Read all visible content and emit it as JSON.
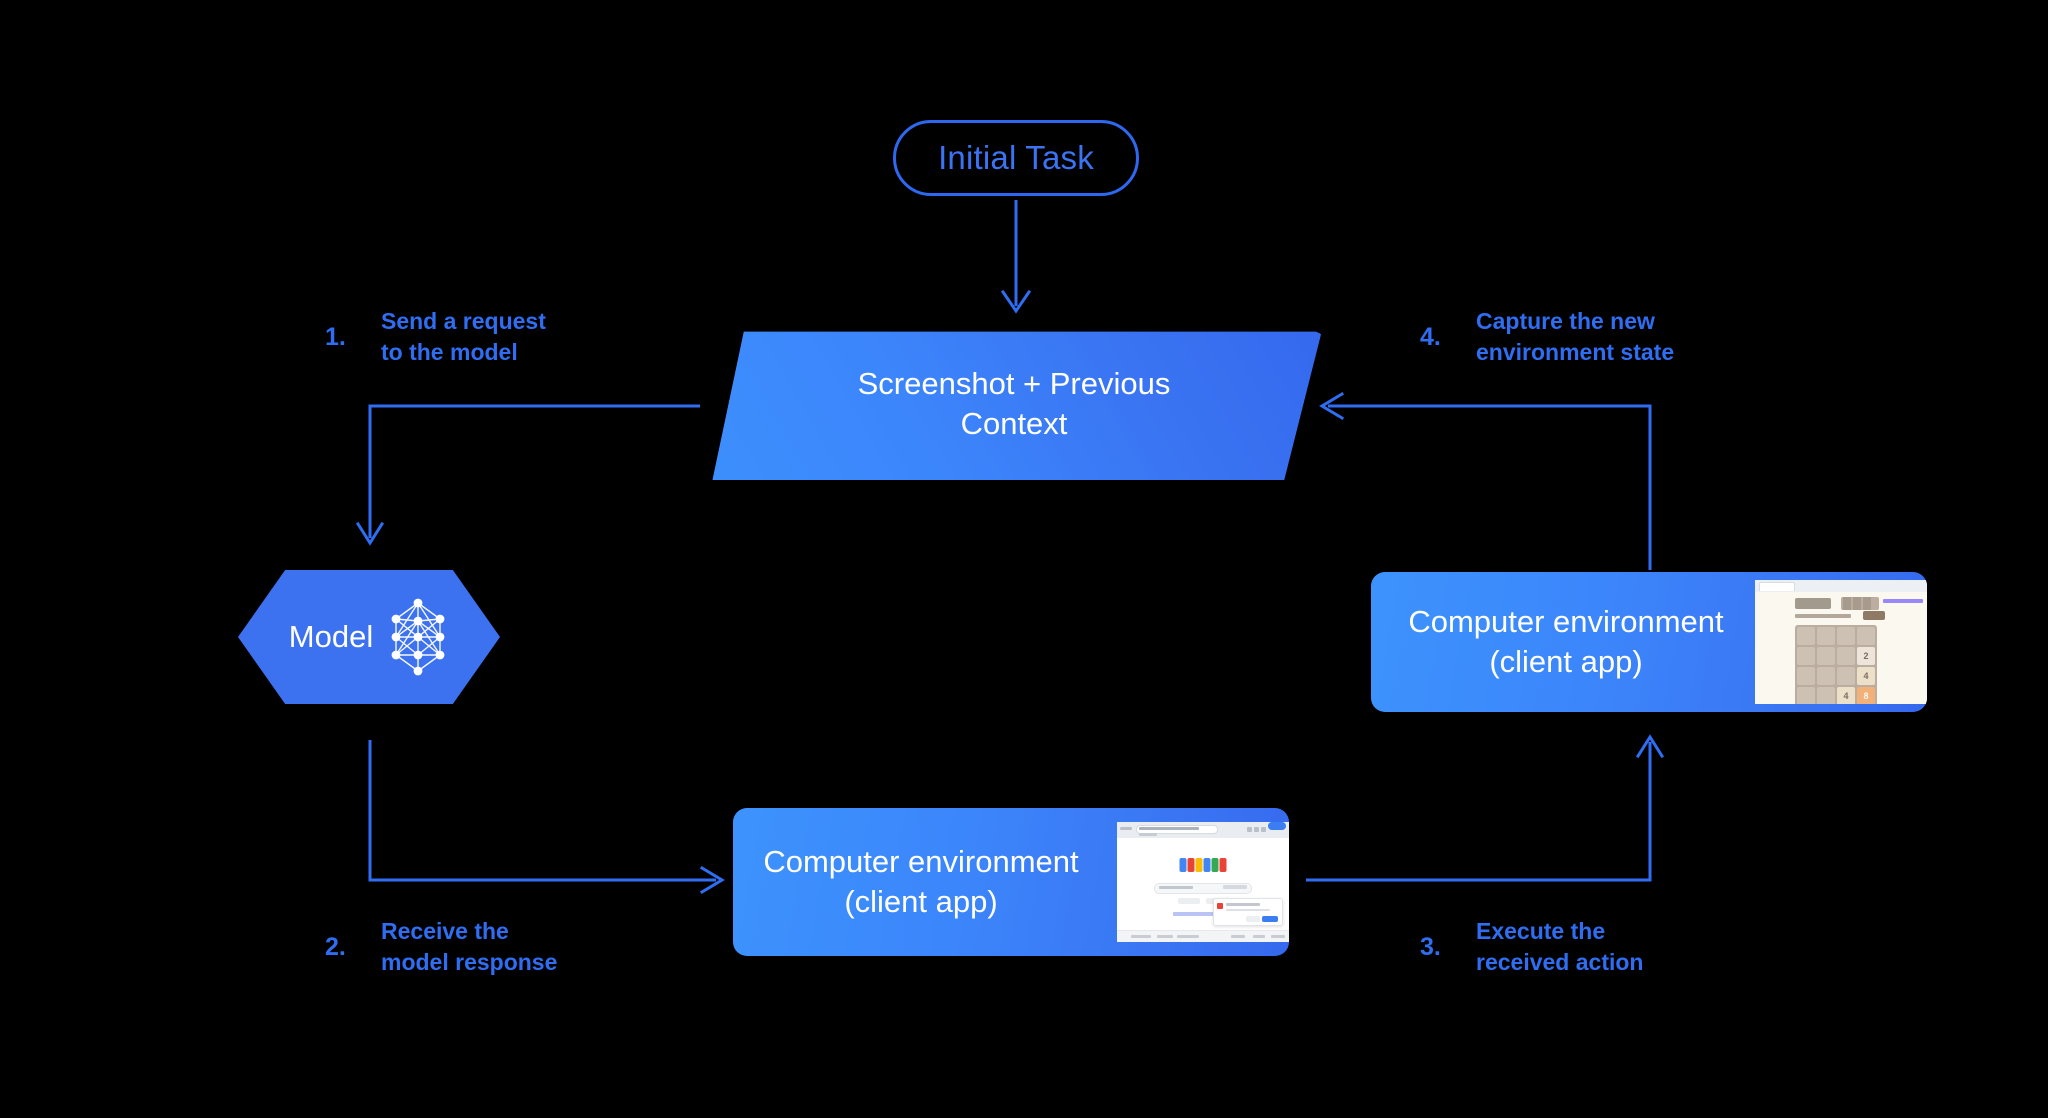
{
  "diagram": {
    "title": "Computer use agent loop",
    "background_color": "#000000",
    "accent_blue": "#2f6df2",
    "node_blue_light": "#3d93fd",
    "node_blue_dark": "#3569ee"
  },
  "initial_task": {
    "label": "Initial Task"
  },
  "context_node": {
    "line1": "Screenshot + Previous",
    "line2": "Context"
  },
  "model_node": {
    "label": "Model",
    "icon": "neural-network-icon"
  },
  "env_right": {
    "line1": "Computer environment",
    "line2": "(client app)",
    "thumbnail": {
      "kind": "2048-game-screenshot",
      "site": "2048.org",
      "tiles": [
        "",
        "",
        "",
        "",
        "",
        "",
        "",
        "2",
        "",
        "",
        "",
        "4",
        "",
        "",
        "4",
        "8"
      ]
    }
  },
  "env_bottom": {
    "line1": "Computer environment",
    "line2": "(client app)",
    "thumbnail": {
      "kind": "google-search-screenshot",
      "logo_colors": [
        "#4285F4",
        "#EA4335",
        "#FBBC05",
        "#4285F4",
        "#34A853",
        "#EA4335"
      ]
    }
  },
  "steps": [
    {
      "number": "1.",
      "text": "Send a request\nto the model"
    },
    {
      "number": "2.",
      "text": "Receive the\nmodel response"
    },
    {
      "number": "3.",
      "text": "Execute the\nreceived action"
    },
    {
      "number": "4.",
      "text": "Capture the new\nenvironment state"
    }
  ]
}
